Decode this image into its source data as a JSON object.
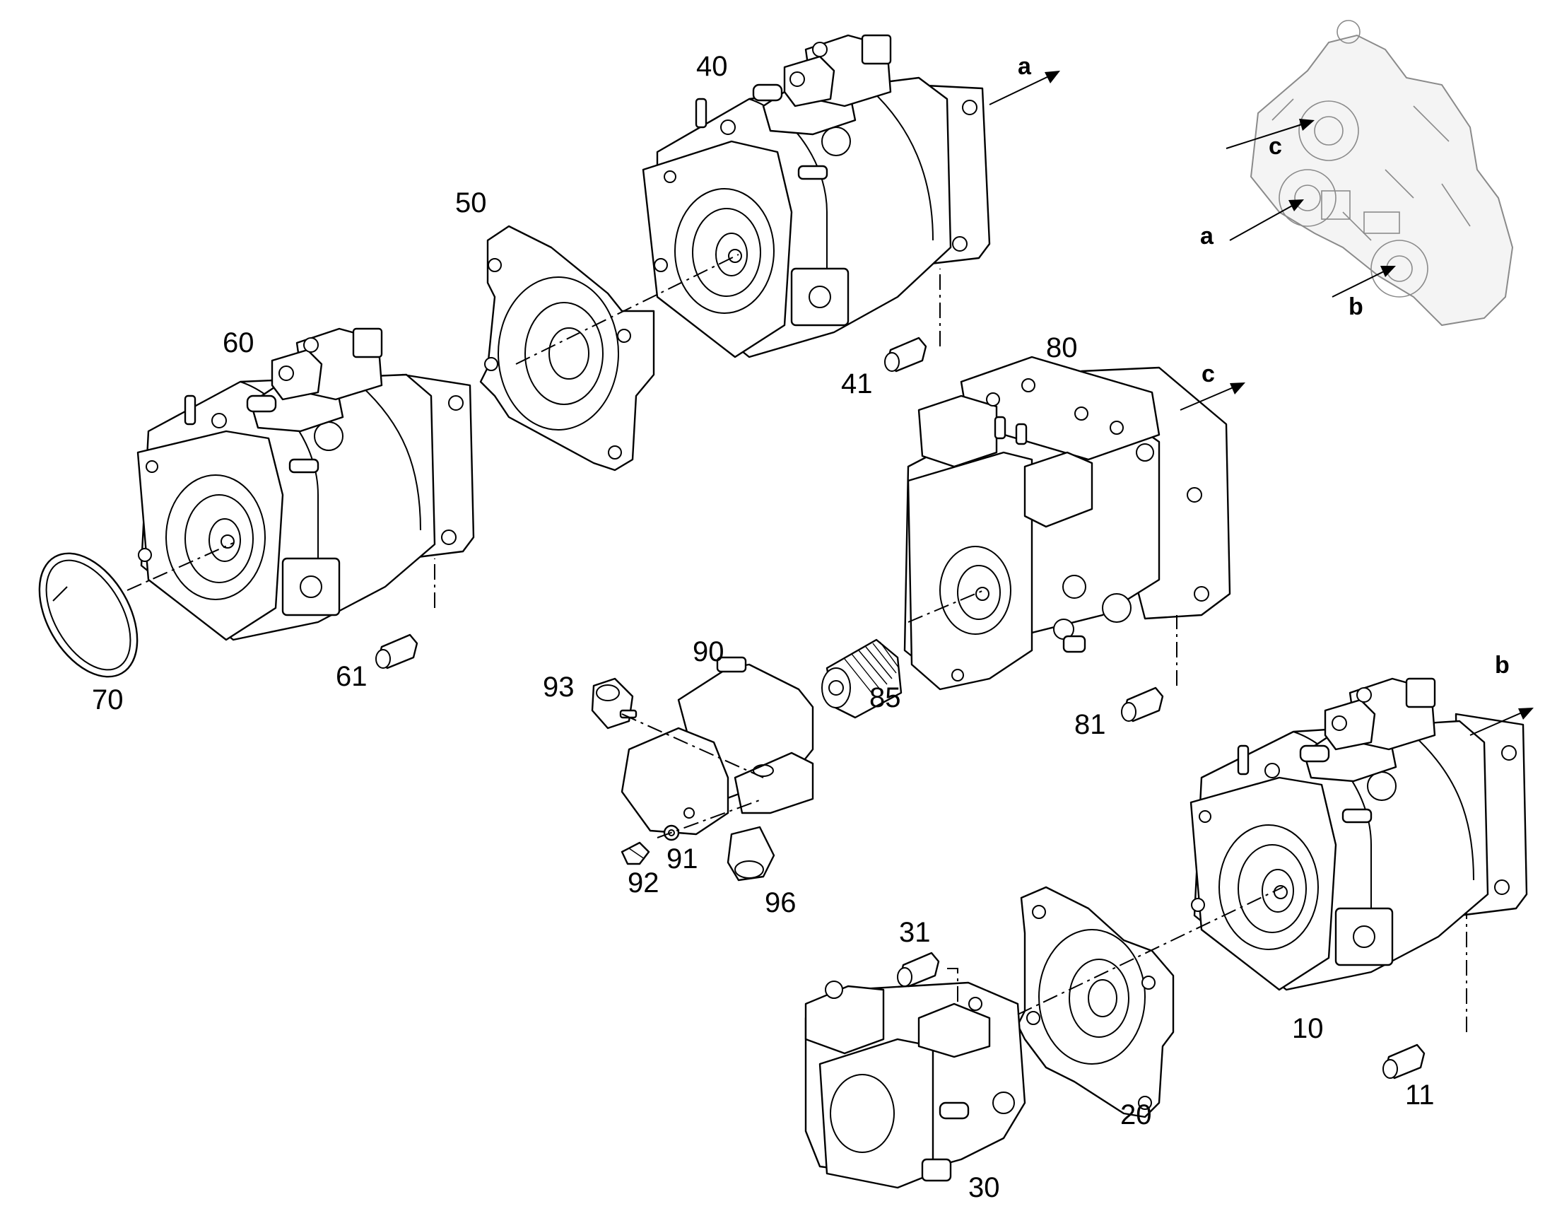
{
  "diagram": {
    "part_labels": {
      "p10": "10",
      "p11": "11",
      "p20": "20",
      "p30": "30",
      "p31": "31",
      "p40": "40",
      "p41": "41",
      "p50": "50",
      "p60": "60",
      "p61": "61",
      "p70": "70",
      "p80": "80",
      "p81": "81",
      "p85": "85",
      "p90": "90",
      "p91": "91",
      "p92": "92",
      "p93": "93",
      "p96": "96"
    },
    "direction_labels": {
      "a": "a",
      "b": "b",
      "c": "c"
    },
    "overview_labels": {
      "a": "a",
      "b": "b",
      "c": "c"
    }
  }
}
